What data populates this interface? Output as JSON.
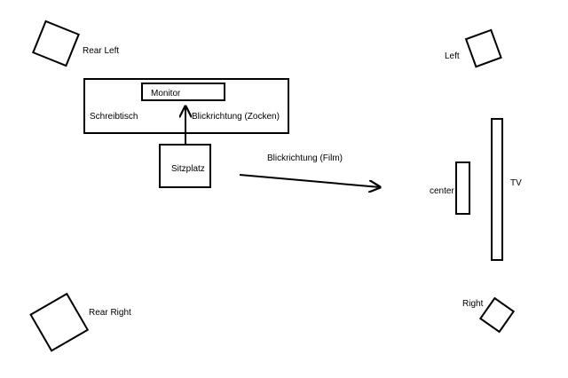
{
  "labels": {
    "rear_left": "Rear Left",
    "rear_right": "Rear Right",
    "left": "Left",
    "right": "Right",
    "center": "center",
    "tv": "TV",
    "monitor": "Monitor",
    "desk": "Schreibtisch",
    "view_gaming": "Blickrichtung (Zocken)",
    "seat": "Sitzplatz",
    "view_film": "Blickrichtung (Film)"
  },
  "colors": {
    "stroke": "#000000",
    "background": "#ffffff"
  }
}
